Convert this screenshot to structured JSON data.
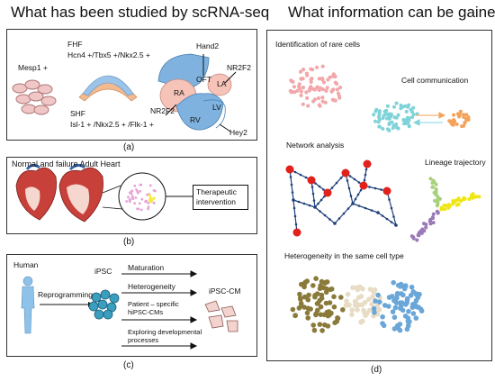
{
  "titles": {
    "left": "What has been studied by scRNA-seq",
    "right": "What information can be gained?"
  },
  "panel_a": {
    "mesp1": "Mesp1 +",
    "fhf": "FHF",
    "fhf_markers": "Hcn4 +/Tbx5 +/Nkx2.5 +",
    "shf": "SHF",
    "shf_markers": "Isl-1 + /Nkx2.5 + /Flk-1 +",
    "hand2": "Hand2",
    "oft": "OFT",
    "ra": "RA",
    "la": "LA",
    "rv": "RV",
    "lv": "LV",
    "nr2f2_right": "NR2F2",
    "nr2f2_left": "NR2F2",
    "hey2": "Hey2",
    "caption": "(a)"
  },
  "panel_b": {
    "heading": "Normal and failure Adult Heart",
    "therapy_line1": "Therapeutic",
    "therapy_line2": "intervention",
    "caption": "(b)"
  },
  "panel_c": {
    "human": "Human",
    "ipsc": "iPSC",
    "reprogramming": "Reprogramming",
    "maturation": "Maturation",
    "heterogeneity": "Heterogeneity",
    "patient_line1": "Patient – specific",
    "patient_line2": "hiPSC-CMs",
    "exploring_line1": "Exploring developmental",
    "exploring_line2": "processes",
    "ipsc_cm": "iPSC-CM",
    "caption": "(c)"
  },
  "panel_d": {
    "rare_cells": "Identification of rare cells",
    "cell_comm": "Cell communication",
    "network": "Network analysis",
    "lineage": "Lineage trajectory",
    "heterogeneity": "Heterogeneity in the same cell type",
    "caption": "(d)"
  },
  "colors": {
    "rare": "#f2a7aa",
    "comm_cyan": "#7fd3d8",
    "comm_orange": "#f4a25a",
    "network_node": "#e0211c",
    "network_edge": "#1f3f7a",
    "lineage_yellow": "#f0e614",
    "lineage_green": "#a9d07c",
    "lineage_purple": "#9a79b8",
    "het_olive": "#8a7a3a",
    "het_beige": "#e8dcc5",
    "het_blue": "#6aa6d8",
    "fhf_blue": "#9cc3e8",
    "shf_orange": "#f3b98f",
    "heart_blue": "#7fb2de",
    "atria_pink": "#f6c3b8"
  }
}
